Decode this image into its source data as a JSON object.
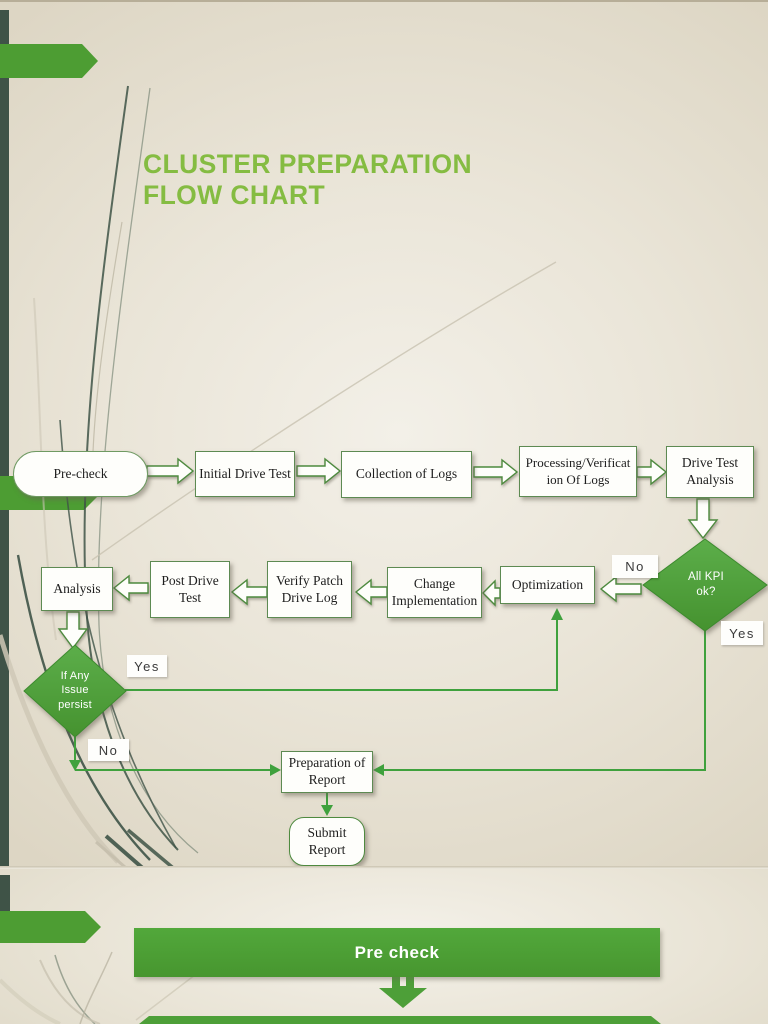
{
  "colors": {
    "accent_green": "#4d9d33",
    "banner_green": "#4d9f38",
    "diamond_green_top": "#5cae4a",
    "diamond_green_bottom": "#45922f",
    "title_green": "#85bc42",
    "box_border_green": "#5d8a52",
    "connector_green": "#3fa13d",
    "sidebar_dark_green": "#3f5347",
    "slide_background": "#e9e4d6"
  },
  "slide1": {
    "title": "CLUSTER PREPARATION\nFLOW CHART",
    "flowchart": {
      "nodes": {
        "pre_check": "Pre-check",
        "initial_drive_test": "Initial Drive Test",
        "collection_of_logs": "Collection of Logs",
        "processing_verification_of_logs": "Processing/Verificat\nion Of Logs",
        "drive_test_analysis": "Drive Test\nAnalysis",
        "all_kpi_ok": "All KPI\nok?",
        "optimization": "Optimization",
        "change_implementation": "Change\nImplementation",
        "verify_patch_drive_log": "Verify Patch\nDrive Log",
        "post_drive_test": "Post Drive\nTest",
        "analysis": "Analysis",
        "if_any_issue_persist": "If Any\nIssue\npersist",
        "preparation_of_report": "Preparation of\nReport",
        "submit_report": "Submit\nReport"
      },
      "branch_labels": {
        "all_kpi_no": "No",
        "all_kpi_yes": "Yes",
        "issue_yes": "Yes",
        "issue_no": "No"
      },
      "edges": [
        {
          "from": "pre_check",
          "to": "initial_drive_test"
        },
        {
          "from": "initial_drive_test",
          "to": "collection_of_logs"
        },
        {
          "from": "collection_of_logs",
          "to": "processing_verification_of_logs"
        },
        {
          "from": "processing_verification_of_logs",
          "to": "drive_test_analysis"
        },
        {
          "from": "drive_test_analysis",
          "to": "all_kpi_ok"
        },
        {
          "from": "all_kpi_ok",
          "to": "optimization",
          "label": "No"
        },
        {
          "from": "all_kpi_ok",
          "to": "preparation_of_report",
          "label": "Yes"
        },
        {
          "from": "optimization",
          "to": "change_implementation"
        },
        {
          "from": "change_implementation",
          "to": "verify_patch_drive_log"
        },
        {
          "from": "verify_patch_drive_log",
          "to": "post_drive_test"
        },
        {
          "from": "post_drive_test",
          "to": "analysis"
        },
        {
          "from": "analysis",
          "to": "if_any_issue_persist"
        },
        {
          "from": "if_any_issue_persist",
          "to": "optimization",
          "label": "Yes"
        },
        {
          "from": "if_any_issue_persist",
          "to": "preparation_of_report",
          "label": "No"
        },
        {
          "from": "preparation_of_report",
          "to": "submit_report"
        }
      ]
    }
  },
  "slide2": {
    "banner": "Pre check"
  }
}
